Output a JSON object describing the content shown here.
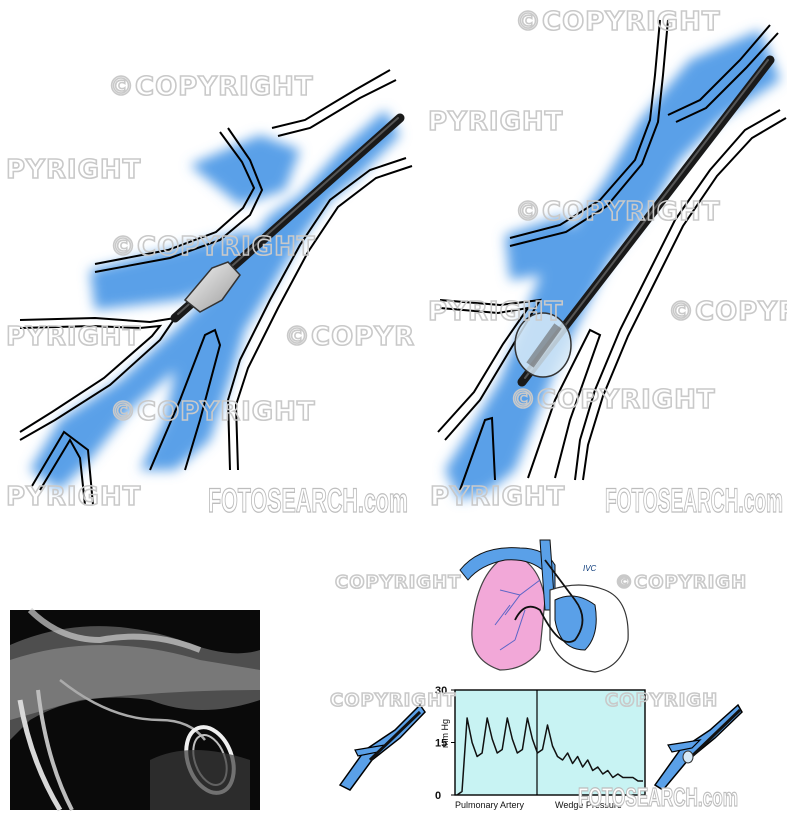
{
  "watermarks": {
    "copyright": "©COPYRIGHT",
    "copyright_partial_1": "©COPYR",
    "copyright_partial_2": "©COPYRIGH",
    "copyright_plain": "COPYRIGHT",
    "copyright_plain_partial": "COPYRIGH",
    "pyright": "PYRIGHT",
    "brand": "FOTOSEARCH.com"
  },
  "heart": {
    "label": "IVC"
  },
  "pressure_chart": {
    "ylabel": "mm Hg",
    "yticks": [
      "0",
      "15",
      "30"
    ],
    "sections": [
      "Pulmonary Artery",
      "Wedge Pressure"
    ]
  },
  "chart_data": {
    "type": "line",
    "title": "",
    "xlabel": "",
    "ylabel": "mm Hg",
    "ylim": [
      0,
      30
    ],
    "grid": false,
    "regions": [
      "Pulmonary Artery",
      "Wedge Pressure"
    ],
    "series": [
      {
        "values": [
          0,
          1,
          22,
          15,
          11,
          12,
          22,
          16,
          12,
          13,
          22,
          16,
          12,
          13,
          22,
          16,
          12,
          13,
          20,
          14,
          11,
          10,
          12,
          9,
          11,
          8,
          10,
          7,
          8,
          6,
          7,
          5,
          6,
          5,
          5,
          5,
          4,
          4
        ]
      }
    ]
  },
  "colors": {
    "vessel_blue": "#5aa0e8",
    "chart_bg": "#c8f3f3",
    "lung_pink": "#f2a8d8",
    "catheter": "#1a1a1a"
  }
}
